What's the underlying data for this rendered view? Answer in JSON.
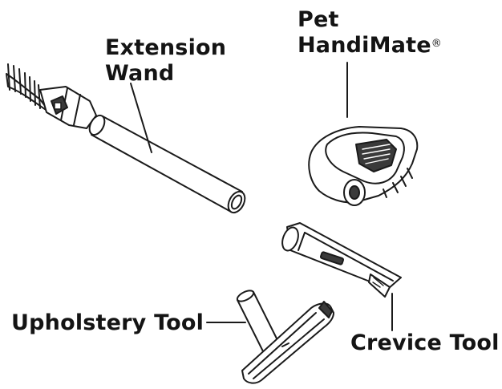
{
  "labels": {
    "extension_wand_line1": "Extension",
    "extension_wand_line2": "Wand",
    "pet_handimate_line1": "Pet",
    "pet_handimate_line2": "HandiMate",
    "registered_mark": "®",
    "upholstery_tool": "Upholstery Tool",
    "crevice_tool": "Crevice Tool"
  },
  "colors": {
    "outline": "#1a1a1a",
    "background": "#ffffff",
    "dark_fill": "#3a3a3a"
  }
}
